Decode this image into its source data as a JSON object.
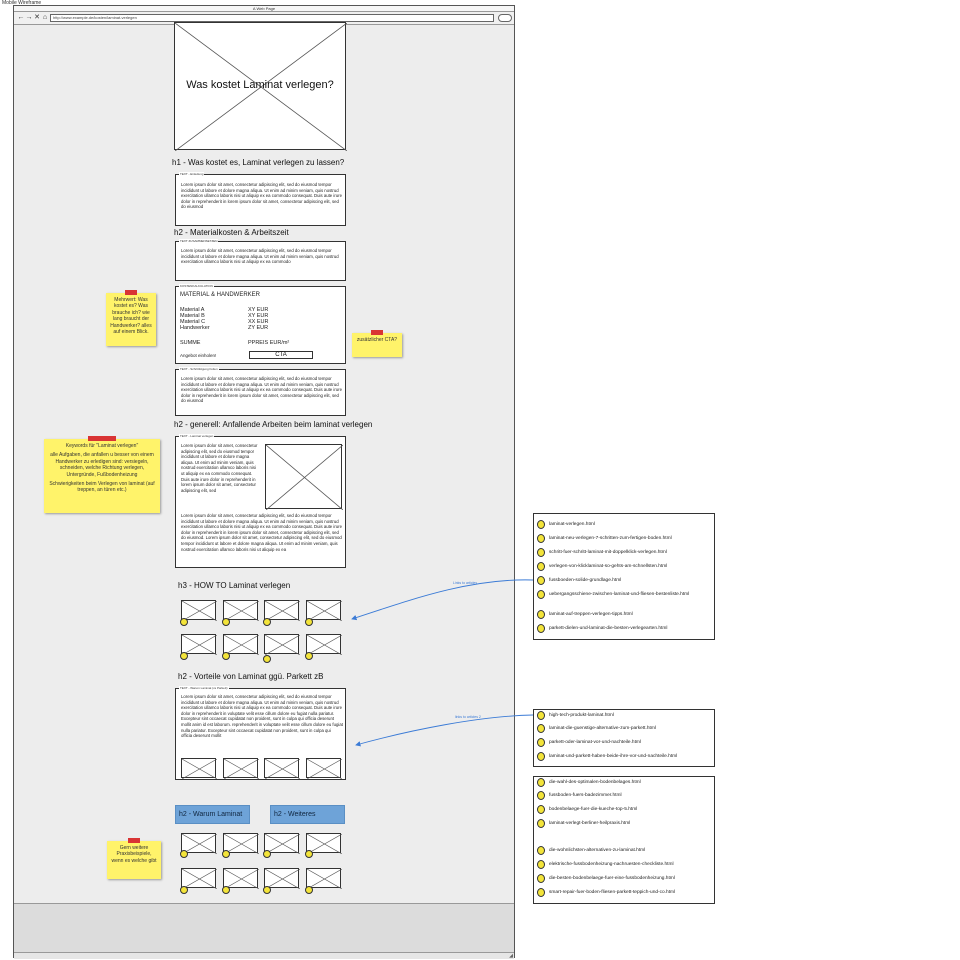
{
  "canvas_label": "Mobile Wireframe",
  "browser": {
    "window_title": "A Web Page",
    "url": "http://www.example.de/kosten/laminat-verlegen"
  },
  "hero": {
    "title": "Was kostet Laminat verlegen?"
  },
  "headings": {
    "h1": "h1 - Was kostet es, Laminat verlegen zu lassen?",
    "h2_material": "h2 - Materialkosten & Arbeitszeit",
    "h2_generell": "h2 - generell: Anfallende Arbeiten beim laminat verlegen",
    "h3_howto": "h3 - HOW TO Laminat verlegen",
    "h2_vorteile": "h2 - Vorteile von Laminat ggü. Parkett zB",
    "h2_warum": "h2 - Warum Laminat",
    "h2_weiteres": "h2 - Weiteres"
  },
  "boxes": {
    "einleitung": {
      "tag": "TEXT - Einleitung",
      "text": "Lorem ipsum dolor sit amet, consectetur adipiscing elit, sed do eiusmod tempor incididunt ut labore et dolore magna aliqua. Ut enim ad minim veniam, quis nostrud exercitation ullamco laboris nisi ut aliquip ex ea commodo consequat. Duis aute irure dolor in reprehenderit in lorem ipsum dolor sit amet, consectetur adipiscing elit, sed do eiusmod"
    },
    "zusammensetzung": {
      "tag": "TEXT ZUSAMMENSETZEN",
      "text": "Lorem ipsum dolor sit amet, consectetur adipiscing elit, sed do eiusmod tempor incididunt ut labore et dolore magna aliqua. Ut enim ad minim veniam, quis nostrud exercitation ullamco laboris nisi ut aliquip ex ea commodo"
    },
    "kalkulation": {
      "tag": "KOSTENKALKULATION",
      "title": "MATERIAL & HANDWERKER",
      "rows": [
        {
          "label": "Material A",
          "value": "XY EUR"
        },
        {
          "label": "Material B",
          "value": "XY EUR"
        },
        {
          "label": "Material C",
          "value": "XX EUR"
        },
        {
          "label": "Handwerker",
          "value": "ZY EUR"
        }
      ],
      "sum_label": "SUMME",
      "sum_value": "PPREIS EUR/m²",
      "offer_label": "Angebot einholen!",
      "cta_label": "CTA"
    },
    "schritt": {
      "tag": "TEXT - Schrittfolgung Folien",
      "text": "Lorem ipsum dolor sit amet, consectetur adipiscing elit, sed do eiusmod tempor incididunt ut labore et dolore magna aliqua. Ut enim ad minim veniam, quis nostrud exercitation ullamco laboris nisi ut aliquip ex ea commodo consequat. Duis aute irure dolor in reprehenderit in lorem ipsum dolor sit amet, consectetur adipiscing elit, sed do eiusmod"
    },
    "arbeiten": {
      "tag": "TEXT - Laminat verlegen",
      "text_col": "Lorem ipsum dolor sit amet, consectetur adipiscing elit, sed do eiusmod tempor incididunt ut labore et dolore magna aliqua. Ut enim ad minim veniam, quis nostrud exercitation ullamco laboris nisi ut aliquip ex ea commodo consequat. Duis aute irure dolor in reprehenderit in lorem ipsum dolor sit amet, consectetur adipiscing elit, sed",
      "text_full": "Lorem ipsum dolor sit amet, consectetur adipiscing elit, sed do eiusmod tempor incididunt ut labore et dolore magna aliqua. Ut enim ad minim veniam, quis nostrud exercitation ullamco laboris nisi ut aliquip ex ea commodo consequat. Duis aute irure dolor in reprehenderit in lorem ipsum dolor sit amet, consectetur adipiscing elit, sed do eiusmod. Lorem ipsum dolor sit amet, consectetur adipiscing elit, sed do eiusmod tempor incididunt ut labore et dolore magna aliqua. Ut enim ad minim veniam, quis nostrud exercitation ullamco laboris nisi ut aliquip ex ea"
    },
    "vorteile": {
      "tag": "TEXT - Warum Laminat (vs Parkett)",
      "text": "Lorem ipsum dolor sit amet, consectetur adipiscing elit, sed do eiusmod tempor incididunt ut labore et dolore magna aliqua. Ut enim ad minim veniam, quis nostrud exercitation ullamco laboris nisi ut aliquip ex ea commodo consequat. Duis aute irure dolor in reprehenderit in voluptate velit esse cillum dolore eu fugiat nulla pariatur. Excepteur sint occaecat cupidatat non proident, sunt in culpa qui officia deserunt mollit anim id est laborum. reprehenderit in voluptate velit esse cillum dolore eu fugiat nulla pariatur. Excepteur sint occaecat cupidatat non proident, sunt in culpa qui officia deserunt mollit"
    }
  },
  "stickies": {
    "mehrwert": "Mehrwert: Was kostet es? Was brauche ich? wie lang braucht der Handwerker? alles auf einem Blick.",
    "cta": "zusätzlicher CTA?",
    "keywords_title": "Keywords für \"Laminat verlegen\"",
    "keywords_body": "alle Aufgaben, die anfallen u besser von einem Handwerker zu erledigen sind: versiegeln, schneiden, welche Richtung verlegen, Untergründe, Fußbodenheizung",
    "keywords_extra": "Schwierigkeiten beim Verlegen von laminat (auf treppen, an türen etc.)",
    "praxis": "Gern weitere Praxisbeispiele, wenn es welche gibt"
  },
  "arrows": {
    "label1": "Links to articles",
    "label2": "links to articles 2"
  },
  "lists": {
    "howto": [
      "laminat-verlegen.html",
      "laminat-neu-verlegen-7-schritten-zum-fertigen-boden.html",
      "schritt-fuer-schritt-laminat-mit-doppelklick-verlegen.html",
      "verlegen-von-klicklaminat-so-gehts-am-schnellsten.html",
      "fussboeden-solide-grundlage.html",
      "uebergangsschiene-zwischen-laminat-und-fliesen-bestenliste.html",
      "laminat-auf-treppen-verlegen-tipps.html",
      "parkett-dielen-und-laminat-die-besten-verlegearten.html"
    ],
    "vorteile": [
      "high-tech-produkt-laminat.html",
      "laminat-die-guenstige-alternative-zum-parkett.html",
      "parkett-oder-laminat-vor-und-nachteile.html",
      "laminat-und-parkett-haben-beide-ihre-vor-und-nachteile.html"
    ],
    "weiteres_a": [
      "die-wahl-des-optimalen-bodenbelages.html",
      "fussboden-fuers-badezimmer.html",
      "bodenbelaege-fuer-die-kueche-top-5.html",
      "laminat-verlegt-berliner-heilpraxis.html"
    ],
    "weiteres_b": [
      "die-wohnlichsten-alternativen-zu-laminat.html",
      "elektrische-fussbodenheizung-nachruesten-checkliste.html",
      "die-besten-bodenbelaege-fuer-eine-fussbodenheizung.html",
      "smart-repair-fuer-boden-fliesen-parkett-teppich-und-co.html"
    ]
  },
  "colors": {
    "sticky": "#fff36a",
    "sticky_pin": "#d93434",
    "dot": "#f3e43a",
    "blue_block": "#6ea3d8",
    "arrow": "#3b7bd6",
    "browser_bg": "#ededed"
  }
}
